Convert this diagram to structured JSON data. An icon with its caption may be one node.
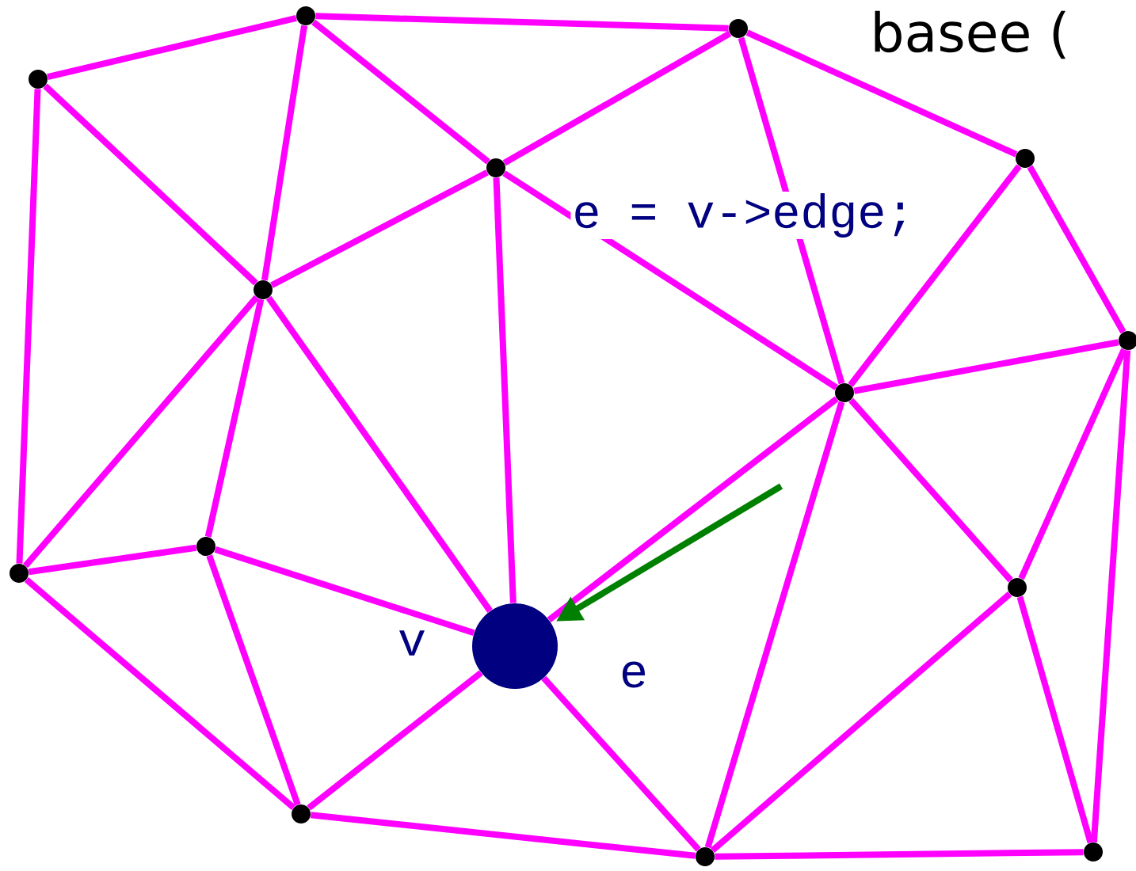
{
  "diagram": {
    "nodes": [
      {
        "text": [],
        "shape": "circle"
      },
      {
        "text": [],
        "shape": "circle"
      },
      {
        "text": [],
        "shape": "circle"
      },
      {
        "text": [],
        "shape": "circle"
      },
      {
        "text": [],
        "shape": "circle"
      },
      {
        "text": [],
        "shape": "circle"
      },
      {
        "text": [],
        "shape": "circle"
      },
      {
        "text": [],
        "shape": "circle"
      },
      {
        "text": [],
        "shape": "circle"
      },
      {
        "text": [],
        "shape": "circle"
      },
      {
        "text": [],
        "shape": "circle",
        "beside": [
          "v"
        ]
      },
      {
        "text": [],
        "shape": "circle"
      },
      {
        "text": [],
        "shape": "circle"
      },
      {
        "text": [],
        "shape": "circle"
      },
      {
        "text": [],
        "shape": "circle"
      }
    ],
    "edges": [
      {
        "from": 2,
        "to": 0,
        "arrow": "none"
      },
      {
        "from": 0,
        "to": 1,
        "arrow": "none"
      },
      {
        "from": 1,
        "to": 3,
        "arrow": "none"
      },
      {
        "from": 3,
        "to": 6,
        "arrow": "none"
      },
      {
        "from": 6,
        "to": 14,
        "arrow": "none"
      },
      {
        "from": 14,
        "to": 13,
        "arrow": "none"
      },
      {
        "from": 13,
        "to": 12,
        "arrow": "none"
      },
      {
        "from": 12,
        "to": 9,
        "arrow": "none"
      },
      {
        "from": 9,
        "to": 2,
        "arrow": "none"
      },
      {
        "from": 2,
        "to": 5,
        "arrow": "none"
      },
      {
        "from": 0,
        "to": 5,
        "arrow": "none"
      },
      {
        "from": 0,
        "to": 4,
        "arrow": "none"
      },
      {
        "from": 4,
        "to": 1,
        "arrow": "none"
      },
      {
        "from": 4,
        "to": 5,
        "arrow": "none"
      },
      {
        "from": 4,
        "to": 10,
        "arrow": "none"
      },
      {
        "from": 4,
        "to": 7,
        "arrow": "none"
      },
      {
        "from": 1,
        "to": 7,
        "arrow": "none"
      },
      {
        "from": 3,
        "to": 7,
        "arrow": "none"
      },
      {
        "from": 7,
        "to": 6,
        "arrow": "none"
      },
      {
        "from": 5,
        "to": 9,
        "arrow": "none"
      },
      {
        "from": 5,
        "to": 8,
        "arrow": "none"
      },
      {
        "from": 5,
        "to": 10,
        "arrow": "none"
      },
      {
        "from": 8,
        "to": 9,
        "arrow": "none"
      },
      {
        "from": 8,
        "to": 10,
        "arrow": "none"
      },
      {
        "from": 8,
        "to": 12,
        "arrow": "none"
      },
      {
        "from": 10,
        "to": 12,
        "arrow": "none"
      },
      {
        "from": 10,
        "to": 7,
        "arrow": "none"
      },
      {
        "from": 10,
        "to": 13,
        "arrow": "none"
      },
      {
        "from": 7,
        "to": 13,
        "arrow": "none"
      },
      {
        "from": 7,
        "to": 11,
        "arrow": "none"
      },
      {
        "from": 6,
        "to": 11,
        "arrow": "none"
      },
      {
        "from": 11,
        "to": 13,
        "arrow": "none"
      },
      {
        "from": 11,
        "to": 14,
        "arrow": "none"
      },
      {
        "from": null,
        "to": 10,
        "arrow": "to",
        "label": "e",
        "color": "#008000"
      }
    ],
    "labels": [
      "basee (",
      "e = v->edge;"
    ]
  }
}
